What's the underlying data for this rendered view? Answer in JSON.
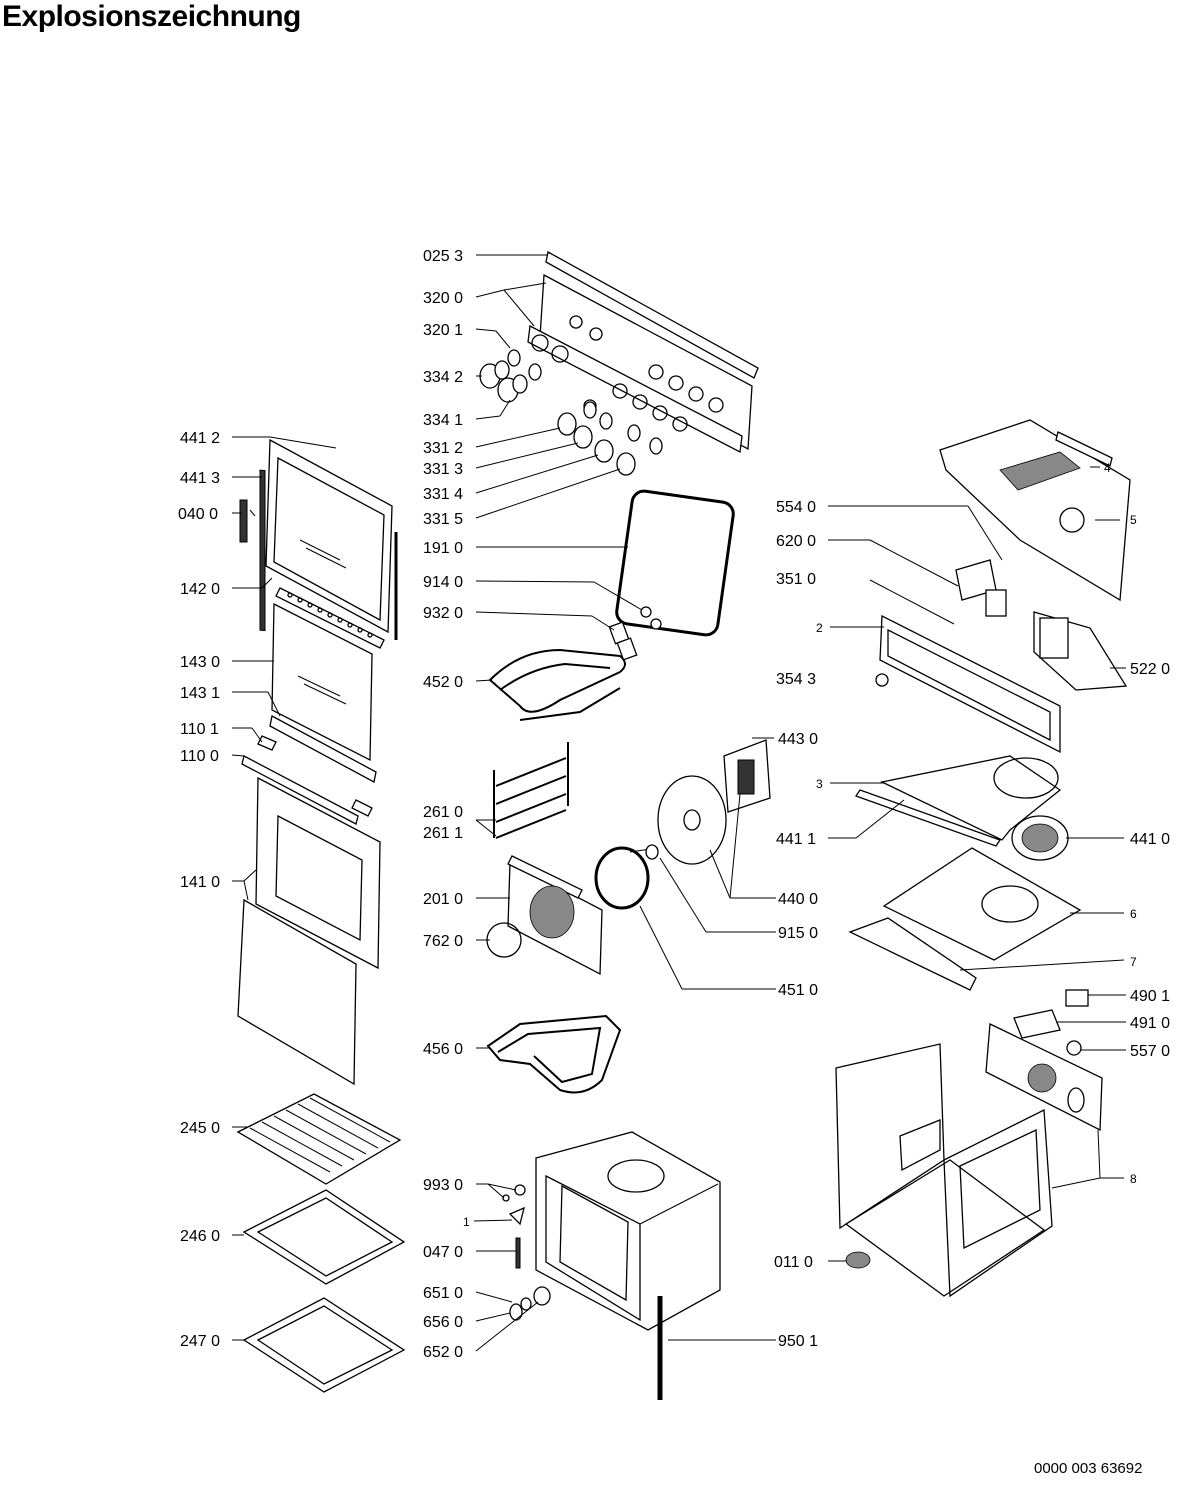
{
  "title": "Explosionszeichnung",
  "doc_number": "0000 003 63692",
  "labels": [
    {
      "id": "p0253",
      "text": "025 3"
    },
    {
      "id": "p3200",
      "text": "320 0"
    },
    {
      "id": "p3201",
      "text": "320 1"
    },
    {
      "id": "p3342",
      "text": "334 2"
    },
    {
      "id": "p3341",
      "text": "334 1"
    },
    {
      "id": "p4412",
      "text": "441 2"
    },
    {
      "id": "p3312",
      "text": "331 2"
    },
    {
      "id": "p4413",
      "text": "441 3"
    },
    {
      "id": "p3313",
      "text": "331 3"
    },
    {
      "id": "p3314",
      "text": "331 4"
    },
    {
      "id": "p0400",
      "text": "040 0"
    },
    {
      "id": "p3315",
      "text": "331 5"
    },
    {
      "id": "p1910",
      "text": "191 0"
    },
    {
      "id": "p1420",
      "text": "142 0"
    },
    {
      "id": "p9140",
      "text": "914 0"
    },
    {
      "id": "p9320",
      "text": "932 0"
    },
    {
      "id": "p1430",
      "text": "143 0"
    },
    {
      "id": "p4520",
      "text": "452 0"
    },
    {
      "id": "p1431",
      "text": "143 1"
    },
    {
      "id": "p1101",
      "text": "110 1"
    },
    {
      "id": "p1100",
      "text": "110 0"
    },
    {
      "id": "p2610",
      "text": "261 0"
    },
    {
      "id": "p2611",
      "text": "261 1"
    },
    {
      "id": "p1410",
      "text": "141 0"
    },
    {
      "id": "p2010",
      "text": "201 0"
    },
    {
      "id": "p7620",
      "text": "762 0"
    },
    {
      "id": "p4560",
      "text": "456 0"
    },
    {
      "id": "p2450",
      "text": "245 0"
    },
    {
      "id": "p9930",
      "text": "993 0"
    },
    {
      "id": "p1",
      "text": "1"
    },
    {
      "id": "p2460",
      "text": "246 0"
    },
    {
      "id": "p0470",
      "text": "047 0"
    },
    {
      "id": "p6510",
      "text": "651 0"
    },
    {
      "id": "p6560",
      "text": "656 0"
    },
    {
      "id": "p2470",
      "text": "247 0"
    },
    {
      "id": "p6520",
      "text": "652 0"
    },
    {
      "id": "p4",
      "text": "4"
    },
    {
      "id": "p5",
      "text": "5"
    },
    {
      "id": "p5540",
      "text": "554 0"
    },
    {
      "id": "p6200",
      "text": "620 0"
    },
    {
      "id": "p3510",
      "text": "351 0"
    },
    {
      "id": "p2",
      "text": "2"
    },
    {
      "id": "p5220",
      "text": "522 0"
    },
    {
      "id": "p3543",
      "text": "354 3"
    },
    {
      "id": "p4430",
      "text": "443 0"
    },
    {
      "id": "p3",
      "text": "3"
    },
    {
      "id": "p4411",
      "text": "441 1"
    },
    {
      "id": "p4410",
      "text": "441 0"
    },
    {
      "id": "p4400",
      "text": "440 0"
    },
    {
      "id": "p6",
      "text": "6"
    },
    {
      "id": "p9150",
      "text": "915 0"
    },
    {
      "id": "p7",
      "text": "7"
    },
    {
      "id": "p4510",
      "text": "451 0"
    },
    {
      "id": "p4901",
      "text": "490 1"
    },
    {
      "id": "p4910",
      "text": "491 0"
    },
    {
      "id": "p5570",
      "text": "557 0"
    },
    {
      "id": "p8",
      "text": "8"
    },
    {
      "id": "p0110",
      "text": "011 0"
    },
    {
      "id": "p9501",
      "text": "950 1"
    }
  ]
}
